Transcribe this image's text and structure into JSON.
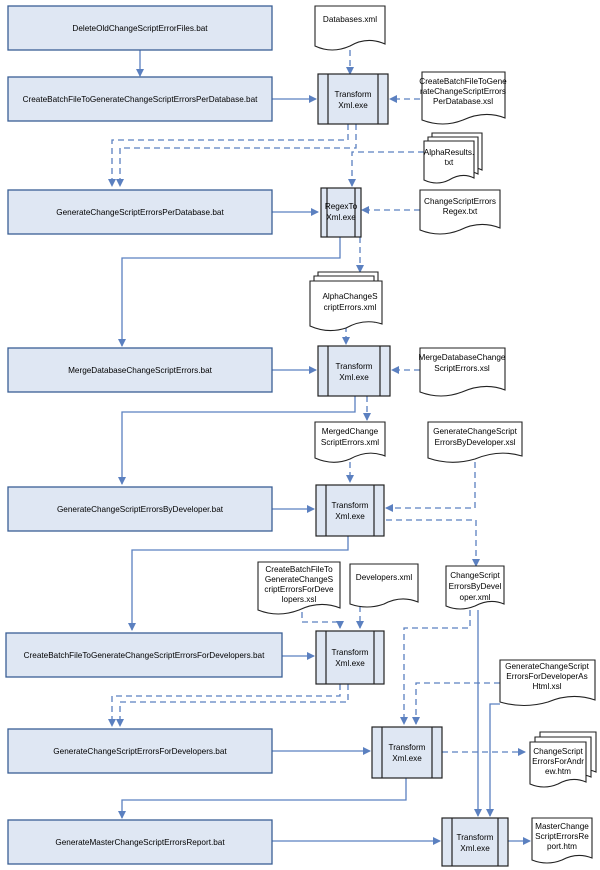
{
  "bats": [
    {
      "label": "DeleteOldChangeScriptErrorFiles.bat"
    },
    {
      "label": "CreateBatchFileToGenerateChangeScriptErrorsPerDatabase.bat"
    },
    {
      "label": "GenerateChangeScriptErrorsPerDatabase.bat"
    },
    {
      "label": "MergeDatabaseChangeScriptErrors.bat"
    },
    {
      "label": "GenerateChangeScriptErrorsByDeveloper.bat"
    },
    {
      "label": "CreateBatchFileToGenerateChangeScriptErrorsForDevelopers.bat"
    },
    {
      "label": "GenerateChangeScriptErrorsForDevelopers.bat"
    },
    {
      "label": "GenerateMasterChangeScriptErrorsReport.bat"
    }
  ],
  "processes": [
    {
      "lines": [
        "Transform",
        "Xml.exe"
      ]
    },
    {
      "lines": [
        "RegexTo",
        "Xml.exe"
      ]
    },
    {
      "lines": [
        "Transform",
        "Xml.exe"
      ]
    },
    {
      "lines": [
        "Transform",
        "Xml.exe"
      ]
    },
    {
      "lines": [
        "Transform",
        "Xml.exe"
      ]
    },
    {
      "lines": [
        "Transform",
        "Xml.exe"
      ]
    },
    {
      "lines": [
        "Transform",
        "Xml.exe"
      ]
    }
  ],
  "documents": [
    {
      "lines": [
        "Databases.xml"
      ]
    },
    {
      "lines": [
        "CreateBatchFileToGene",
        "rateChangeScriptErrors",
        "PerDatabase.xsl"
      ]
    },
    {
      "lines": [
        "AlphaResults.",
        "txt"
      ]
    },
    {
      "lines": [
        "ChangeScriptErrors",
        "Regex.txt"
      ]
    },
    {
      "lines": [
        "AlphaChangeS",
        "criptErrors.xml"
      ]
    },
    {
      "lines": [
        "MergeDatabaseChange",
        "ScriptErrors.xsl"
      ]
    },
    {
      "lines": [
        "MergedChange",
        "ScriptErrors.xml"
      ]
    },
    {
      "lines": [
        "GenerateChangeScript",
        "ErrorsByDeveloper.xsl"
      ]
    },
    {
      "lines": [
        "ChangeScript",
        "ErrorsByDevel",
        "oper.xml"
      ]
    },
    {
      "lines": [
        "CreateBatchFileTo",
        "GenerateChangeS",
        "criptErrorsForDeve",
        "lopers.xsl"
      ]
    },
    {
      "lines": [
        "Developers.xml"
      ]
    },
    {
      "lines": [
        "GenerateChangeScript",
        "ErrorsForDeveloperAs",
        "Html.xsl"
      ]
    },
    {
      "lines": [
        "ChangeScript",
        "ErrorsForAndr",
        "ew.htm"
      ]
    },
    {
      "lines": [
        "MasterChange",
        "ScriptErrorsRe",
        "port.htm"
      ]
    }
  ],
  "colors": {
    "box_fill": "#dfe7f3",
    "box_stroke": "#3a5f95",
    "connector": "#5b80c0"
  }
}
